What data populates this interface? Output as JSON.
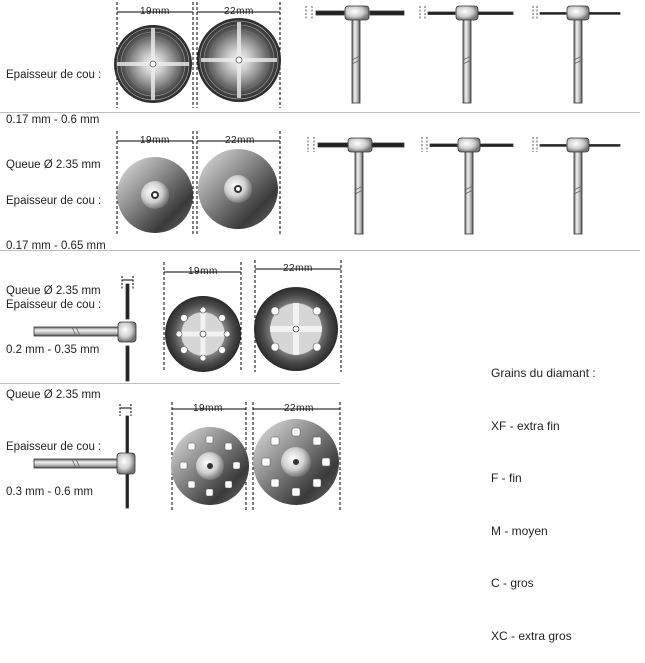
{
  "rows": [
    {
      "spec_lines": [
        "Epaisseur de cou :",
        "0.17 mm - 0.6 mm",
        "Queue Ø 2.35 mm"
      ],
      "disc_sizes": [
        "19mm",
        "22mm"
      ]
    },
    {
      "spec_lines": [
        "Epaisseur de cou :",
        "0.17 mm - 0.65 mm",
        "Queue Ø 2.35 mm"
      ],
      "disc_sizes": [
        "19mm",
        "22mm"
      ]
    },
    {
      "spec_lines": [
        "Epaisseur de cou :",
        "0.2 mm - 0.35 mm",
        "Queue Ø 2.35 mm"
      ],
      "disc_sizes": [
        "19mm",
        "22mm"
      ]
    },
    {
      "spec_lines": [
        "Epaisseur de cou :",
        "0.3 mm - 0.6 mm"
      ],
      "disc_sizes": [
        "19mm",
        "22mm"
      ]
    }
  ],
  "grains": {
    "title": "Grains du diamant :",
    "items": [
      "XF - extra fin",
      "F - fin",
      "M - moyen",
      "C - gros",
      "XC - extra gros"
    ]
  }
}
